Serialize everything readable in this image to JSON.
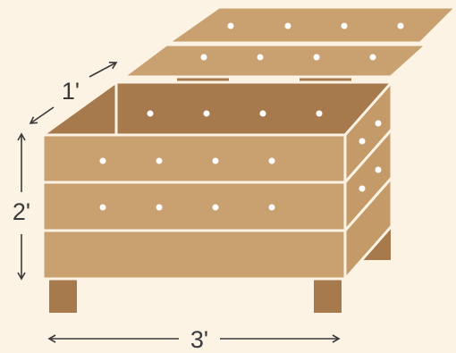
{
  "diagram": {
    "dimensions": {
      "depth_label": "1'",
      "height_label": "2'",
      "width_label": "3'"
    },
    "colors": {
      "background": "#fdf3e5",
      "wood": "#c9a06f",
      "wood_dark": "#a77a4e",
      "wood_side": "#c49a68",
      "edge": "#fdf3e5",
      "hole": "#ffffff",
      "dimension_line": "#3a3a3a"
    },
    "parts": [
      "lid-board-back",
      "lid-board-front",
      "inner-back-wall",
      "front-board-top",
      "front-board-middle",
      "front-board-bottom",
      "side-board-top",
      "side-board-middle",
      "side-board-bottom",
      "leg-front-left",
      "leg-front-right",
      "leg-back-right"
    ]
  }
}
